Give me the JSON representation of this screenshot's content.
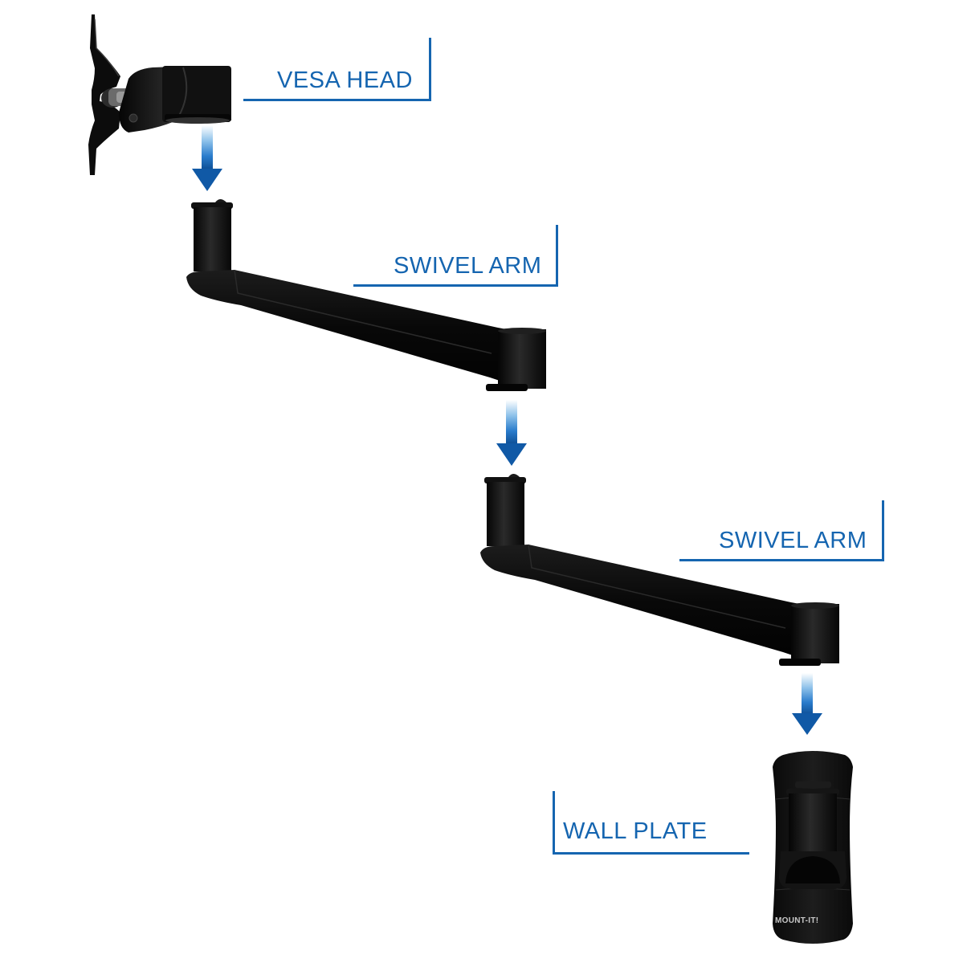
{
  "diagram": {
    "type": "exploded assembly diagram",
    "accent_color": "#1565b0",
    "part_color": "#0d0d0d",
    "components": [
      {
        "id": "vesa-head",
        "label": "VESA HEAD"
      },
      {
        "id": "swivel-arm-1",
        "label": "SWIVEL ARM"
      },
      {
        "id": "swivel-arm-2",
        "label": "SWIVEL ARM"
      },
      {
        "id": "wall-plate",
        "label": "WALL PLATE",
        "brand_text": "MOUNT-IT!"
      }
    ],
    "connections": [
      {
        "from": "vesa-head",
        "to": "swivel-arm-1",
        "icon": "arrow-down-icon"
      },
      {
        "from": "swivel-arm-1",
        "to": "swivel-arm-2",
        "icon": "arrow-down-icon"
      },
      {
        "from": "swivel-arm-2",
        "to": "wall-plate",
        "icon": "arrow-down-icon"
      }
    ]
  }
}
